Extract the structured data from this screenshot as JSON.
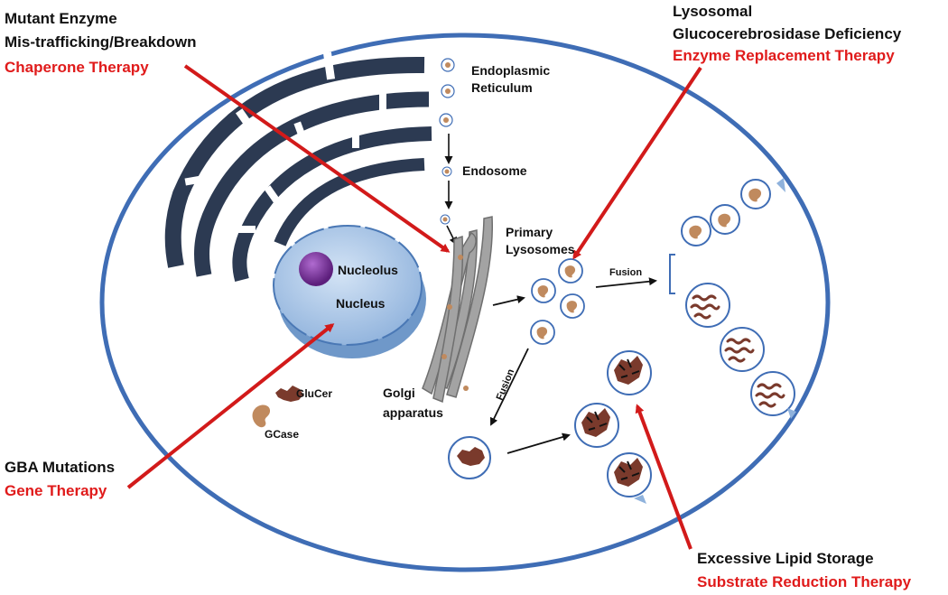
{
  "colors": {
    "membrane": "#3f6db5",
    "er": "#2c3a52",
    "nucleus_fill": "#a8c4e6",
    "nucleus_edge": "#4a78b5",
    "nucleolus": "#7b2d9b",
    "golgi": "#9a9a9a",
    "vesicle_edge": "#3f6db5",
    "gcase": "#c08a5e",
    "glucer": "#7a3a2c",
    "therapy_red": "#e01b1b",
    "arrow_black": "#111111"
  },
  "labels": {
    "er": [
      "Endoplasmic",
      "Reticulum"
    ],
    "endosome": "Endosome",
    "primary_lysosomes": [
      "Primary",
      "Lysosomes"
    ],
    "nucleolus": "Nucleolus",
    "nucleus": "Nucleus",
    "golgi": [
      "Golgi",
      "apparatus"
    ],
    "glucer": "GluCer",
    "gcase": "GCase",
    "fusion_right": "Fusion",
    "fusion_down": "Fusion"
  },
  "callouts": {
    "top_left": {
      "lines": [
        "Mutant Enzyme",
        "Mis-trafficking/Breakdown"
      ],
      "therapy": "Chaperone Therapy"
    },
    "top_right": {
      "lines": [
        "Lysosomal",
        "Glucocerebrosidase Deficiency"
      ],
      "therapy": "Enzyme Replacement Therapy"
    },
    "bottom_left": {
      "lines": [
        "GBA Mutations"
      ],
      "therapy": "Gene Therapy"
    },
    "bottom_right": {
      "lines": [
        "Excessive Lipid Storage"
      ],
      "therapy": "Substrate Reduction Therapy"
    }
  }
}
